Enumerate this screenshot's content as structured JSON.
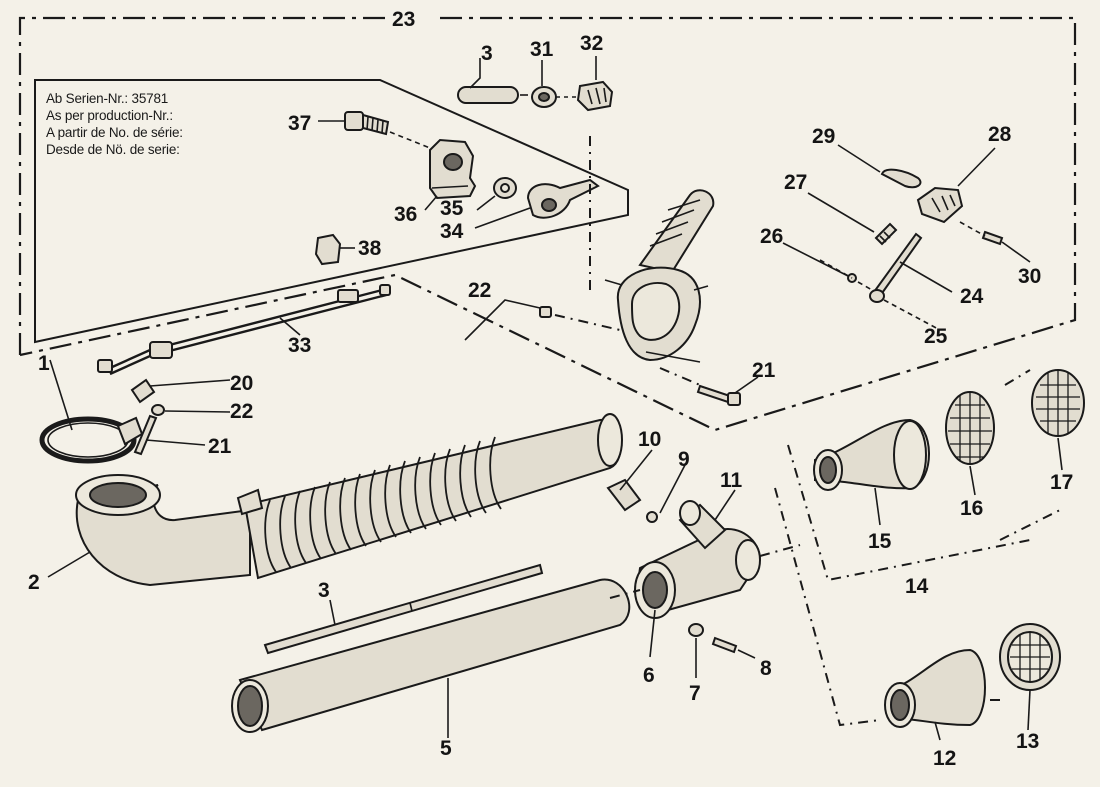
{
  "serial_note": {
    "de": "Ab Serien-Nr.: 35781",
    "en": "As per production-Nr.:",
    "fr": "A partir de No. de série:",
    "es": "Desde de Nö. de serie:"
  },
  "callouts": [
    "1",
    "2",
    "3",
    "3",
    "5",
    "6",
    "7",
    "8",
    "9",
    "10",
    "11",
    "12",
    "13",
    "14",
    "15",
    "16",
    "17",
    "20",
    "21",
    "21",
    "22",
    "22",
    "23",
    "24",
    "25",
    "26",
    "27",
    "28",
    "29",
    "30",
    "31",
    "32",
    "33",
    "34",
    "35",
    "36",
    "37",
    "38"
  ]
}
